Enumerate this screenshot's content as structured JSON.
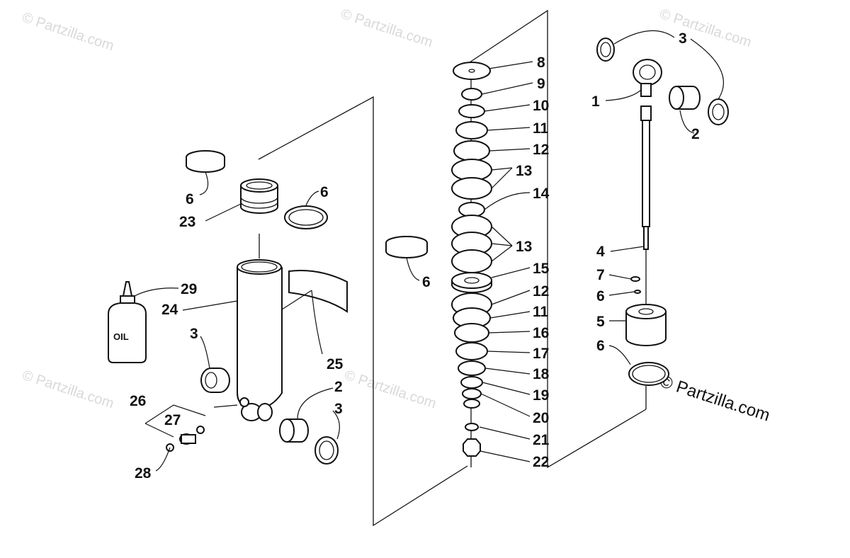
{
  "watermark": {
    "text": "© Partzilla.com",
    "brand": "© Partzilla.com"
  },
  "bottle_label": "OIL",
  "callouts": {
    "c1": "1",
    "c2a": "2",
    "c2b": "2",
    "c3a": "3",
    "c3b": "3",
    "c3c": "3",
    "c4": "4",
    "c5": "5",
    "c6a": "6",
    "c6b": "6",
    "c6c": "6",
    "c6d": "6",
    "c6e": "6",
    "c7": "7",
    "c8": "8",
    "c9": "9",
    "c10": "10",
    "c11a": "11",
    "c11b": "11",
    "c12a": "12",
    "c12b": "12",
    "c13a": "13",
    "c13b": "13",
    "c14": "14",
    "c15": "15",
    "c16": "16",
    "c17": "17",
    "c18": "18",
    "c19": "19",
    "c20": "20",
    "c21": "21",
    "c22": "22",
    "c23": "23",
    "c24": "24",
    "c25": "25",
    "c26": "26",
    "c27": "27",
    "c28": "28",
    "c29": "29"
  }
}
